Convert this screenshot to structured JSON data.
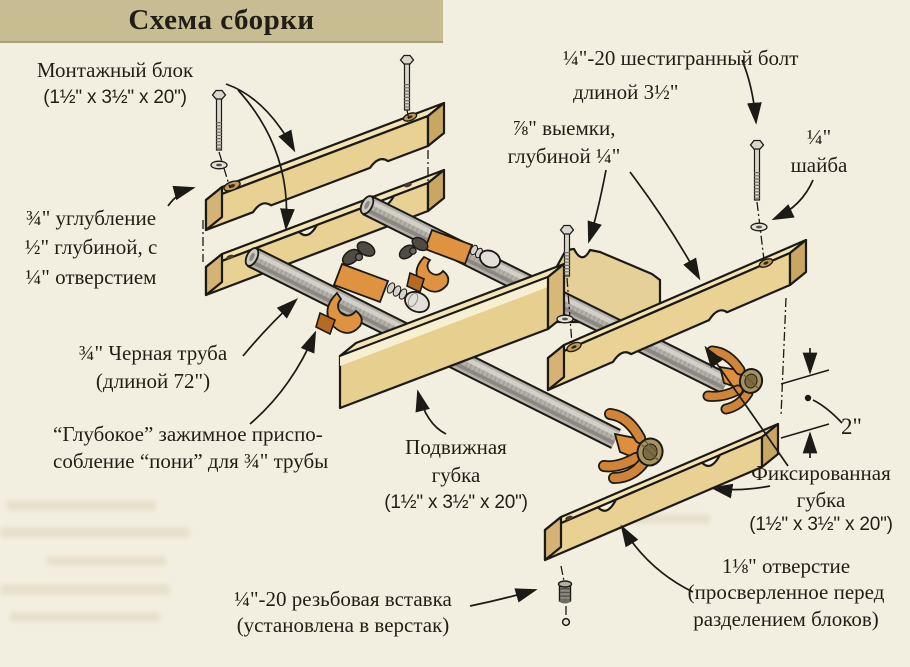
{
  "banner": {
    "title": "Схема сборки"
  },
  "labels": {
    "mounting_block": {
      "line1": "Монтажный блок",
      "line2": "(1½\" x 3½\" x 20\")"
    },
    "hex_bolt": {
      "line1": "¼\"-20 шестигранный болт",
      "line2": "длиной  3½\""
    },
    "notches": {
      "line1": "⅞\"  выемки,",
      "line2": "глубиной ¼\""
    },
    "washer": {
      "line1": "¼\"",
      "line2": "шайба"
    },
    "recess": {
      "line1": "¾\" углубление",
      "line2": "½\"  глубиной, с",
      "line3": "¼\" отверстием"
    },
    "pipe": {
      "line1": "¾\" Черная труба",
      "line2": "(длиной 72\")"
    },
    "pony_clamp": {
      "line1": "“Глубокое” зажимное приспо-",
      "line2": "собление “пони” для  ¾\" трубы"
    },
    "movable_jaw": {
      "line1": "Подвижная",
      "line2": "губка",
      "line3": "(1½\" x 3½\" x 20\")"
    },
    "dimension_2in": {
      "value": "2\""
    },
    "fixed_jaw": {
      "line1": "Фиксированная",
      "line2": "губка",
      "line3": "(1½\" x 3½\" x 20\")"
    },
    "hole": {
      "line1": "1⅛\" отверстие",
      "line2": "(просверленное перед",
      "line3": "разделением блоков)"
    },
    "threaded_insert": {
      "line1": "¼\"-20 резьбовая вставка",
      "line2": "(установлена в верстак)"
    }
  },
  "colors": {
    "background": "#f3efe0",
    "banner_bg": "#c8bd92",
    "text": "#211e16",
    "wood_light": "#f2e4b6",
    "wood_front": "#e9d193",
    "wood_dark": "#d4b375",
    "pipe_gray": "#b4b1aa",
    "clamp_orange": "#df923f",
    "outline": "#1c1a15"
  }
}
